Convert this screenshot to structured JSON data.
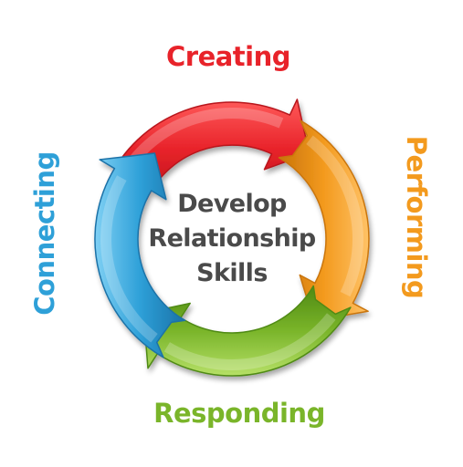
{
  "center": {
    "lines": [
      "Develop",
      "Relationship",
      "Skills"
    ]
  },
  "steps": [
    {
      "label": "Creating",
      "color": "#e8232a",
      "shade": "#b8141b",
      "light": "#ff6a6a"
    },
    {
      "label": "Performing",
      "color": "#f39a1e",
      "shade": "#c9740a",
      "light": "#ffc266"
    },
    {
      "label": "Responding",
      "color": "#7ab52a",
      "shade": "#4f8a12",
      "light": "#b6e067"
    },
    {
      "label": "Connecting",
      "color": "#2ea0d8",
      "shade": "#1a72a8",
      "light": "#7fd0f4"
    }
  ]
}
